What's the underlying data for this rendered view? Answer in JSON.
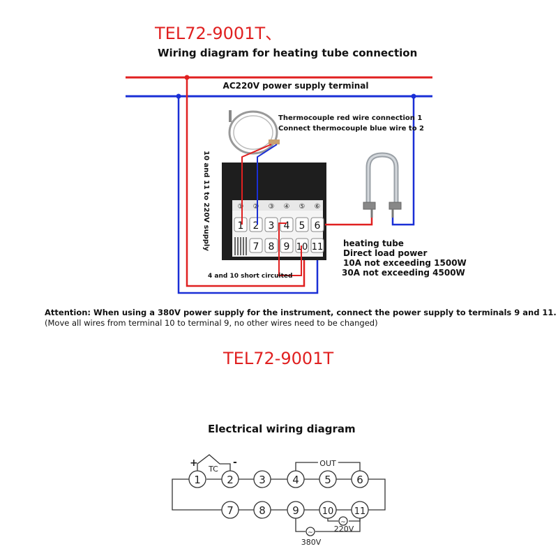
{
  "top": {
    "model_title": "TEL72-9001T、",
    "subtitle": "Wiring diagram for heating tube connection",
    "supply_label": "AC220V power supply terminal",
    "tc_note_1": "Thermocouple red wire connection 1",
    "tc_note_2": "Connect thermocouple blue wire to 2",
    "vertical_label": "10 and 11 to 220V supply",
    "short_label": "4 and 10 short circuited",
    "heater_line1": "heating tube",
    "heater_line2": "Direct load power",
    "heater_line3": "10A not exceeding 1500W",
    "heater_line4": "30A not exceeding 4500W",
    "header_terminals": [
      "①",
      "②",
      "③",
      "④",
      "⑤",
      "⑥"
    ],
    "top_terminals": [
      "1",
      "2",
      "3",
      "4",
      "5",
      "6"
    ],
    "bottom_terminals": [
      "7",
      "8",
      "9",
      "10",
      "11"
    ]
  },
  "attention": {
    "line1": "Attention: When using a 380V power supply for the instrument, connect the power supply to terminals 9 and 11.",
    "line2": "(Move all wires from terminal 10 to terminal 9, no other wires need to be changed)"
  },
  "bottom": {
    "model_title": "TEL72-9001T",
    "subtitle": "Electrical wiring diagram",
    "plus": "+",
    "minus": "-",
    "tc_label": "TC",
    "out_label": "OUT",
    "v220_label": "220V",
    "v380_label": "380V",
    "tilde": "~",
    "top_row": [
      "1",
      "2",
      "3",
      "4",
      "5",
      "6"
    ],
    "bottom_row": [
      "7",
      "8",
      "9",
      "10",
      "11"
    ]
  },
  "colors": {
    "red_wire": "#e02020",
    "blue_wire": "#1a2fd6",
    "title_red": "#e02020"
  }
}
